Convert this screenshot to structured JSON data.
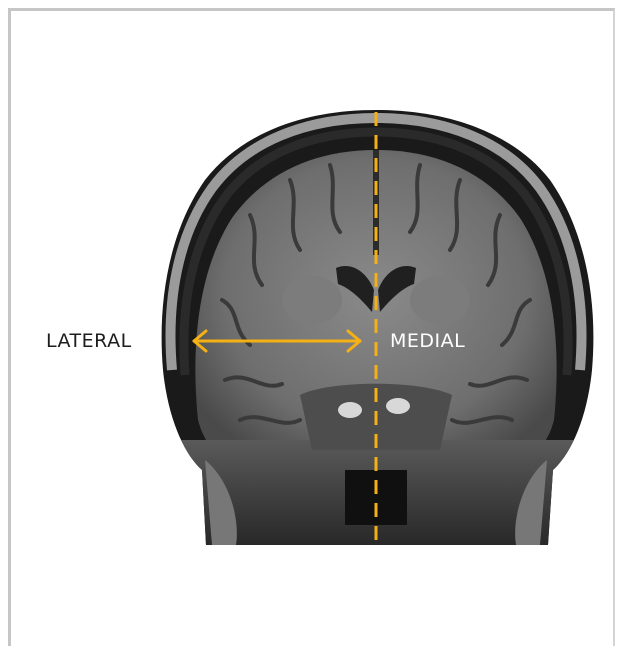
{
  "labels": {
    "lateral": "LATERAL",
    "medial": "MEDIAL"
  },
  "colors": {
    "accent": "#f4b014",
    "label_dark": "#1e1e1e",
    "label_light": "#ffffff",
    "frame": "#c6c6c6"
  },
  "icons": {
    "arrow": "double-headed-arrow",
    "midline": "dashed-midline"
  }
}
